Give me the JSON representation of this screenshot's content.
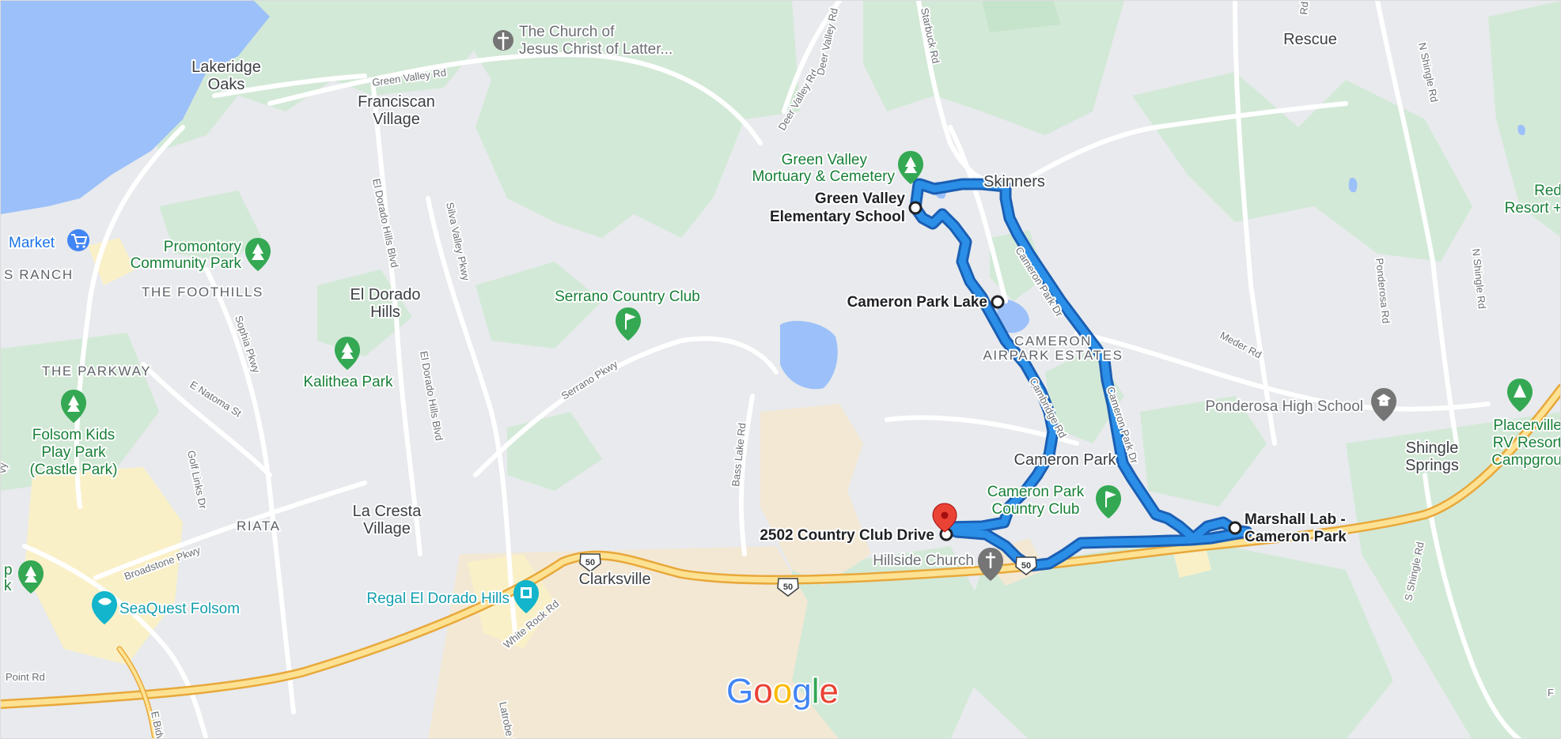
{
  "map": {
    "brand": "Google",
    "brand_colors": [
      "#4285F4",
      "#EA4335",
      "#FBBC05",
      "#4285F4",
      "#34A853",
      "#EA4335"
    ],
    "colors": {
      "land": "#e8eaed",
      "park": "#d3e9d7",
      "water": "#9cc0f9",
      "dry_land": "#f3e8d4",
      "urban": "#faf0c8",
      "route": "#2b8fe8",
      "highway": "#f7c85f",
      "road": "#ffffff"
    },
    "stops": [
      {
        "name": "Green Valley\nElementary School",
        "line1": "Green Valley",
        "line2": "Elementary School"
      },
      {
        "name": "Cameron Park Lake"
      },
      {
        "name": "2502 Country Club Drive"
      },
      {
        "name": "Marshall Lab - Cameron Park",
        "line1": "Marshall Lab -",
        "line2": "Cameron Park"
      }
    ],
    "places": {
      "lakeridge_oaks": [
        "Lakeridge",
        "Oaks"
      ],
      "franciscan_village": [
        "Franciscan",
        "Village"
      ],
      "el_dorado_hills": [
        "El Dorado",
        "Hills"
      ],
      "la_cresta_village": [
        "La Cresta",
        "Village"
      ],
      "clarksville": "Clarksville",
      "rescue": "Rescue",
      "skinners": "Skinners",
      "cameron_park": "Cameron Park",
      "shingle_springs": [
        "Shingle",
        "Springs"
      ]
    },
    "areas": {
      "ranch": "S RANCH",
      "the_foothills": "THE FOOTHILLS",
      "the_parkway": "THE PARKWAY",
      "riata": "RIATA",
      "cameron_airpark": [
        "CAMERON",
        "AIRPARK ESTATES"
      ]
    },
    "pois": {
      "church": [
        "The Church of",
        "Jesus Christ of Latter..."
      ],
      "green_valley_mortuary": [
        "Green Valley",
        "Mortuary & Cemetery"
      ],
      "market": "Market",
      "promontory": [
        "Promontory",
        "Community Park"
      ],
      "serrano": "Serrano Country Club",
      "kalithea": "Kalithea Park",
      "folsom_kids": [
        "Folsom Kids",
        "Play Park",
        "(Castle Park)"
      ],
      "cameron_park_cc": [
        "Cameron Park",
        "Country Club"
      ],
      "hillside_church": "Hillside Church",
      "regal": "Regal El Dorado Hills",
      "seaquest": "SeaQuest Folsom",
      "ponderosa_hs": "Ponderosa High School",
      "placerville_rv": [
        "Placerville",
        "RV Resort",
        "Campgrou"
      ],
      "red_resort": [
        "Red",
        "Resort +"
      ],
      "park_edge": [
        "p",
        "k"
      ]
    },
    "roads": {
      "green_valley_rd": "Green Valley Rd",
      "el_dorado_hills_blvd": "El Dorado Hills Blvd",
      "el_dorado_hills_blvd_2": "El Dorado Hills Blvd",
      "silva_valley": "Silva Valley Pkwy",
      "sophia": "Sophia Pkwy",
      "e_natoma": "E Natoma St",
      "golf_links": "Golf Links Dr",
      "broadstone": "Broadstone Pkwy",
      "serrano_pkwy": "Serrano Pkwy",
      "bass_lake": "Bass Lake Rd",
      "white_rock": "White Rock Rd",
      "latrobe": "Latrobe R",
      "deer_valley": "Deer Valley Rd",
      "deer_valley_2": "Deer Valley Rd",
      "starbuck": "Starbuck Rd",
      "cameron_park_dr": "Cameron Park Dr",
      "cameron_park_dr_2": "Cameron Park Dr",
      "cambridge": "Cambridge Rd",
      "meder": "Meder Rd",
      "ponderosa_rd": "Ponderosa Rd",
      "n_shingle": "N Shingle Rd",
      "n_shingle_2": "N Shingle Rd",
      "s_shingle": "S Shingle Rd",
      "rd_top": "Rd",
      "ovy": "vy",
      "point_rd": "Point Rd",
      "e_bidwell": "E Bidw",
      "edge_f": "F"
    },
    "highway_shield": "50"
  }
}
